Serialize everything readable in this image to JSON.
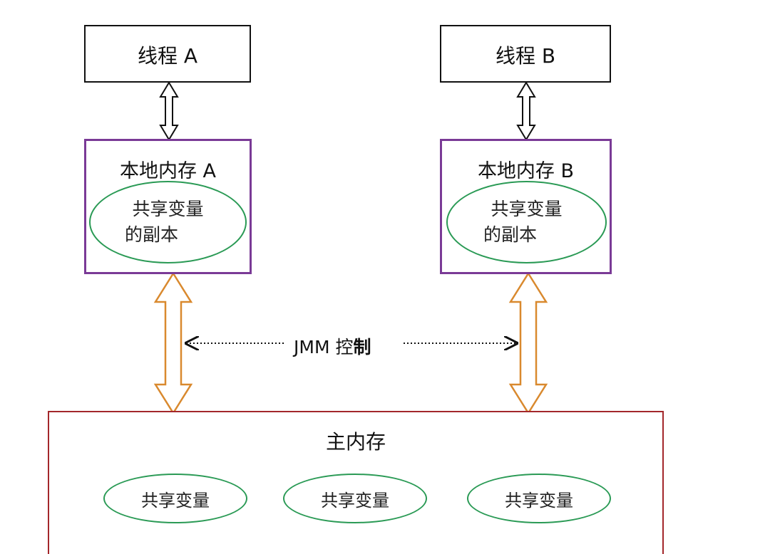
{
  "thread_a": {
    "label": "线程 A"
  },
  "thread_b": {
    "label": "线程 B"
  },
  "local_a": {
    "label": "本地内存 A",
    "copy_line1": "共享变量",
    "copy_line2": "的副本"
  },
  "local_b": {
    "label": "本地内存 B",
    "copy_line1": "共享变量",
    "copy_line2": "的副本"
  },
  "jmm_label_prefix": "JMM 控",
  "jmm_label_suffix": "制",
  "main_memory": {
    "label": "主内存",
    "variables": [
      "共享变量",
      "共享变量",
      "共享变量"
    ]
  },
  "colors": {
    "thread_border": "#111111",
    "local_border": "#7a3a96",
    "main_border": "#a3272b",
    "ellipse_border": "#2a9a55",
    "main_arrow": "#d9892e"
  }
}
